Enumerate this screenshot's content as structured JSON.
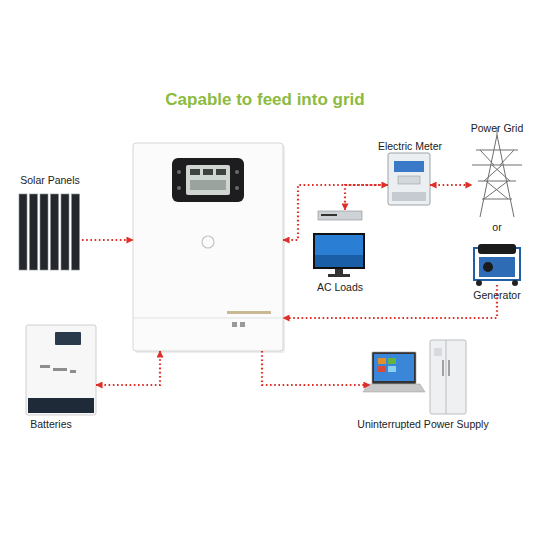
{
  "diagram": {
    "title": "Capable to feed into grid",
    "nodes": [
      {
        "text": [
          "Solar Panels"
        ]
      },
      {
        "text": []
      },
      {
        "text": [
          "Electric Meter"
        ]
      },
      {
        "text": [
          "Power Grid"
        ]
      },
      {
        "text": [
          "AC Loads"
        ]
      },
      {
        "text": [
          "Generator"
        ]
      },
      {
        "text": [
          "Batteries"
        ]
      },
      {
        "text": [
          "Uninterrupted Power Supply"
        ]
      }
    ],
    "edges": [
      {
        "from": 0,
        "to": 1,
        "arrow": "to"
      },
      {
        "from": 1,
        "to": 2,
        "arrow": "both"
      },
      {
        "from": 2,
        "to": 4,
        "arrow": "to"
      },
      {
        "from": 2,
        "to": 3,
        "arrow": "both"
      },
      {
        "from": 5,
        "to": 1,
        "arrow": "to"
      },
      {
        "from": 6,
        "to": 1,
        "arrow": "both"
      },
      {
        "from": 1,
        "to": 7,
        "arrow": "to"
      }
    ],
    "labels": [
      "or"
    ]
  }
}
